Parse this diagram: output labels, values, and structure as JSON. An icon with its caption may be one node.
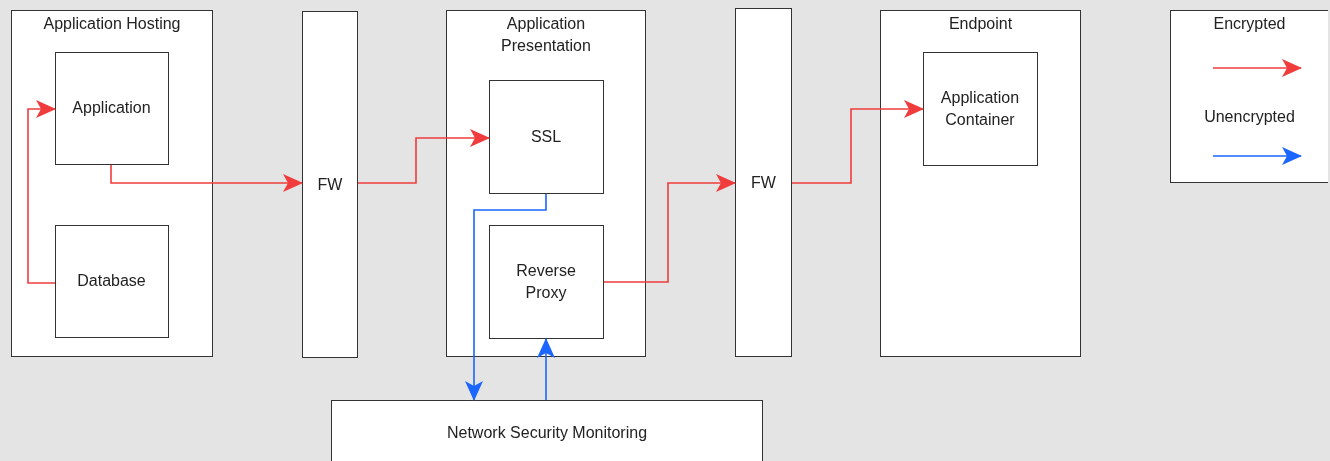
{
  "diagram": {
    "nodes": [
      {
        "text": [
          "Application Hosting"
        ]
      },
      {
        "text": [
          "Application"
        ],
        "in": 0
      },
      {
        "text": [
          "Database"
        ],
        "in": 0
      },
      {
        "text": [
          "FW"
        ]
      },
      {
        "text": [
          "Application Presentation"
        ]
      },
      {
        "text": [
          "SSL"
        ],
        "in": 4
      },
      {
        "text": [
          "Reverse Proxy"
        ],
        "in": 4
      },
      {
        "text": [
          "FW"
        ]
      },
      {
        "text": [
          "Endpoint"
        ]
      },
      {
        "text": [
          "Application Container"
        ],
        "in": 8
      },
      {
        "text": [
          "Network Security Monitoring"
        ]
      }
    ],
    "edges": [
      {
        "from": 2,
        "to": 1,
        "arrow": "to"
      },
      {
        "from": 1,
        "to": 3,
        "arrow": "to"
      },
      {
        "from": 3,
        "to": 5,
        "arrow": "to"
      },
      {
        "from": 5,
        "to": 10,
        "arrow": "to",
        "color": "#1a66ff"
      },
      {
        "from": 10,
        "to": 6,
        "arrow": "to",
        "color": "#1a66ff"
      },
      {
        "from": 6,
        "to": 7,
        "arrow": "to"
      },
      {
        "from": 7,
        "to": 9,
        "arrow": "to"
      }
    ],
    "legend": [
      {
        "text": "Encrypted"
      },
      {
        "text": "Unencrypted"
      }
    ]
  }
}
